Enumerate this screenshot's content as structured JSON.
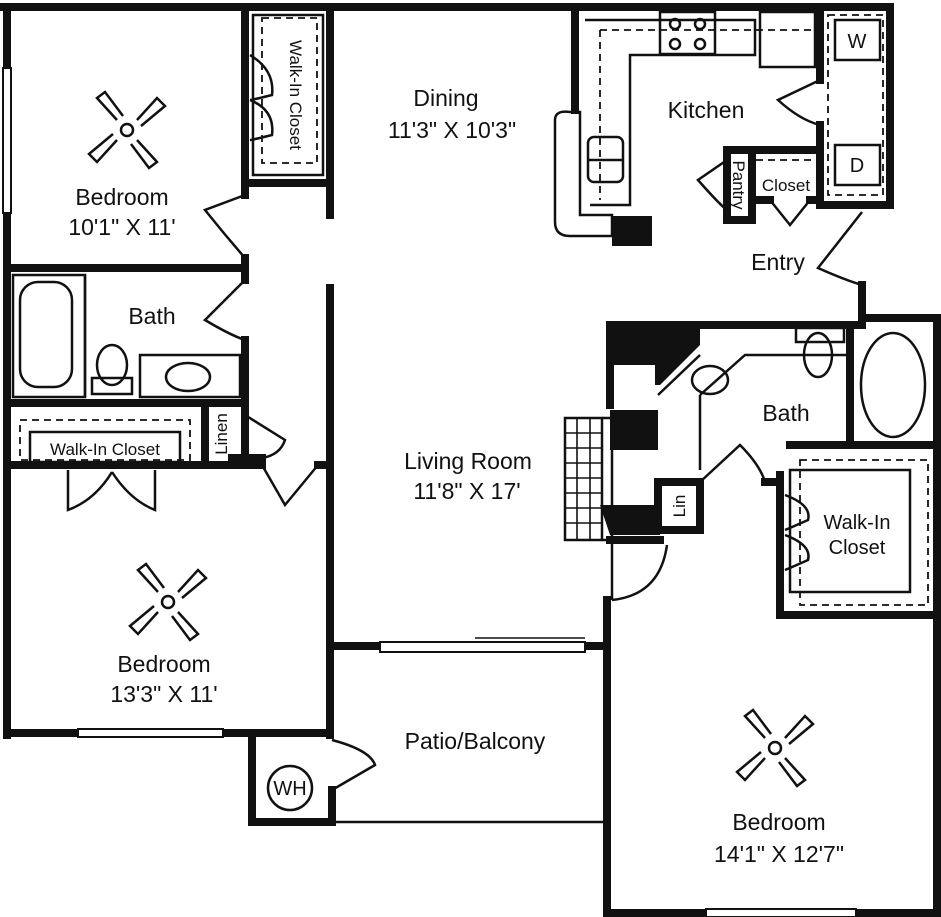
{
  "rooms": {
    "bedroom_1": {
      "name": "Bedroom",
      "size": "10'1\" X 11'"
    },
    "walk_in_closet_1": {
      "name": "Walk-In Closet"
    },
    "dining": {
      "name": "Dining",
      "size": "11'3\" X 10'3\""
    },
    "kitchen": {
      "name": "Kitchen"
    },
    "washer": {
      "name": "W"
    },
    "dryer": {
      "name": "D"
    },
    "pantry": {
      "name": "Pantry"
    },
    "closet": {
      "name": "Closet"
    },
    "entry": {
      "name": "Entry"
    },
    "bath_1": {
      "name": "Bath"
    },
    "walk_in_closet_2": {
      "name": "Walk-In Closet"
    },
    "linen_1": {
      "name": "Linen"
    },
    "living_room": {
      "name": "Living Room",
      "size": "11'8\" X 17'"
    },
    "bath_2": {
      "name": "Bath"
    },
    "linen_2": {
      "name": "Lin"
    },
    "walk_in_closet_3": {
      "name": "Walk-In",
      "name_line2": "Closet"
    },
    "bedroom_2": {
      "name": "Bedroom",
      "size": "13'3\" X 11'"
    },
    "patio": {
      "name": "Patio/Balcony"
    },
    "water_heater": {
      "name": "WH"
    },
    "bedroom_3": {
      "name": "Bedroom",
      "size": "14'1\" X 12'7\""
    }
  }
}
